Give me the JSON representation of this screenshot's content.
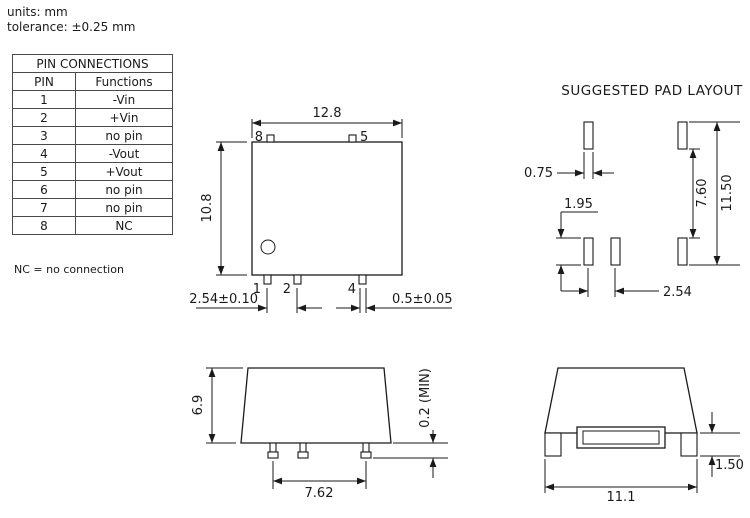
{
  "header": {
    "units": "units: mm",
    "tolerance": "tolerance: ±0.25 mm"
  },
  "pin_table": {
    "title": "PIN CONNECTIONS",
    "columns": {
      "pin": "PIN",
      "functions": "Functions"
    },
    "rows": [
      {
        "pin": "1",
        "function": "-Vin"
      },
      {
        "pin": "2",
        "function": "+Vin"
      },
      {
        "pin": "3",
        "function": "no pin"
      },
      {
        "pin": "4",
        "function": "-Vout"
      },
      {
        "pin": "5",
        "function": "+Vout"
      },
      {
        "pin": "6",
        "function": "no pin"
      },
      {
        "pin": "7",
        "function": "no pin"
      },
      {
        "pin": "8",
        "function": "NC"
      }
    ],
    "note": "NC = no connection"
  },
  "top_view": {
    "dim_width": "12.8",
    "dim_height": "10.8",
    "dim_pin_pitch": "2.54±0.10",
    "dim_pin_width": "0.5±0.05",
    "pin_labels": {
      "p8": "8",
      "p5": "5",
      "p1": "1",
      "p2": "2",
      "p4": "4"
    }
  },
  "pad_layout": {
    "title": "SUGGESTED PAD LAYOUT",
    "dim_pad_width": "0.75",
    "dim_pad_length": "1.95",
    "dim_row_span": "7.60",
    "dim_overall_span": "11.50",
    "dim_pitch": "2.54"
  },
  "side_view": {
    "dim_height": "6.9",
    "dim_standoff": "0.2 (MIN)",
    "dim_pin_span": "7.62"
  },
  "front_view": {
    "dim_foot_height": "1.50",
    "dim_width": "11.1"
  },
  "colors": {
    "line": "#1a1a1a",
    "background": "#ffffff"
  }
}
